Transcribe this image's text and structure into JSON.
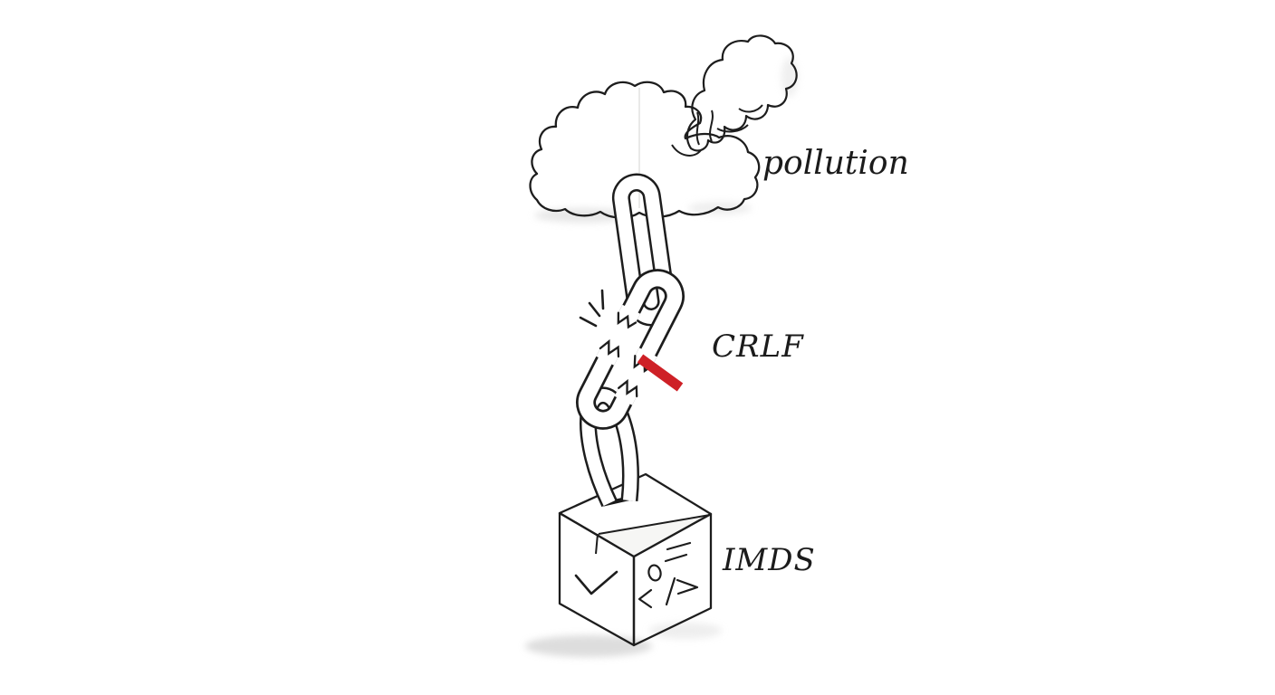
{
  "scene": {
    "background": "#ffffff",
    "labels": {
      "cloud": "pollution",
      "chain_break": "CRLF",
      "box": "IMDS"
    },
    "colors": {
      "ink": "#1d1d1d",
      "paper": "#ffffff",
      "shade": "#f3f3f2",
      "break_red": "#ce2026",
      "label_text": "#1b1b1b"
    },
    "icons": {
      "cloud": "pollution-cloud-icon",
      "smoke": "smoke-plume-icon",
      "chain_top": "chain-link-top-icon",
      "chain_broken": "chain-link-broken-icon",
      "chain_bottom": "chain-link-bottom-icon",
      "break_marks": "spark-icon",
      "break_bar": "red-break-mark",
      "box": "package-box-icon",
      "box_left_face": "checkmark-icon",
      "box_right_face_top": "metadata-list-icon",
      "box_right_face_bottom": "code-tag-icon"
    }
  }
}
